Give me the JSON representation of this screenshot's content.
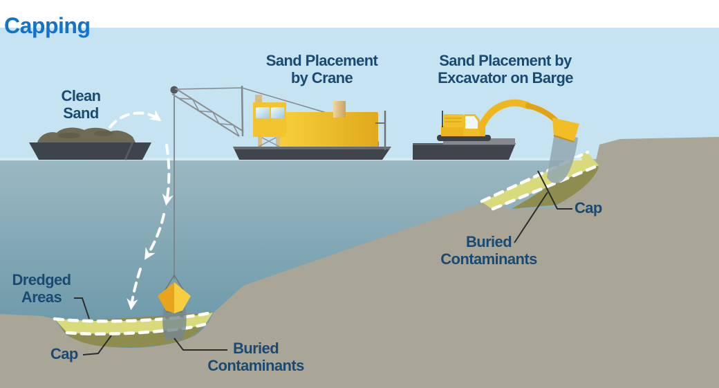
{
  "title": "Capping",
  "labels": {
    "clean_sand": "Clean Sand",
    "crane": "Sand Placement by Crane",
    "excavator": "Sand Placement by Excavator on Barge",
    "dredged_areas": "Dredged Areas",
    "cap_left": "Cap",
    "buried_left": "Buried Contaminants",
    "cap_right": "Cap",
    "buried_right": "Buried Contaminants"
  },
  "colors": {
    "title-blue": "#1173C9",
    "label-navy": "#1A4A72",
    "sky": "#C6E3F1",
    "water-top": "#9BB8C2",
    "water-deep": "#5D8EA3",
    "land": "#A9A697",
    "cap-sand": "#D8DA7B",
    "contaminants": "#8E8C4E",
    "barge-gray": "#40454C",
    "machine-yellow": "#F0C02A",
    "clean-sand-pile": "#6E6A53",
    "dashed-lines": "#FFFFFF"
  }
}
